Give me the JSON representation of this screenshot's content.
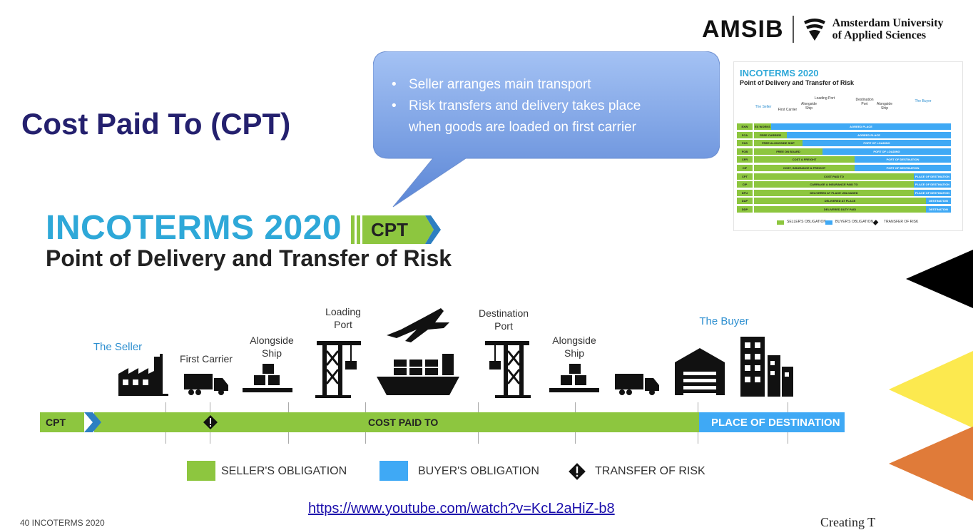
{
  "slide": {
    "title": "Cost Paid To (CPT)",
    "logo": {
      "amsib": "AMSIB",
      "university_line1": "Amsterdam University",
      "university_line2": "of Applied Sciences"
    },
    "callout": {
      "bullets": [
        "Seller arranges main transport",
        "Risk transfers and delivery takes place",
        "when goods are loaded on first carrier"
      ]
    },
    "link": "https://www.youtube.com/watch?v=KcL2aHiZ-b8",
    "footer_left": "40     INCOTERMS 2020",
    "footer_right": "Creating T"
  },
  "diagram": {
    "title": "INCOTERMS 2020",
    "tag": "CPT",
    "subtitle": "Point of Delivery and Transfer of Risk",
    "labels": {
      "seller": "The Seller",
      "first_carrier": "First Carrier",
      "alongside_ship_1": "Alongside Ship",
      "loading_port": "Loading Port",
      "destination_port": "Destination Port",
      "alongside_ship_2": "Alongside Ship",
      "buyer": "The Buyer"
    },
    "bar": {
      "tag": "CPT",
      "seller_text": "COST PAID TO",
      "buyer_text": "PLACE OF DESTINATION"
    },
    "legend": {
      "seller": "SELLER'S OBLIGATION",
      "buyer": "BUYER'S OBLIGATION",
      "risk": "TRANSFER OF RISK"
    },
    "colors": {
      "seller": "#8dc63f",
      "buyer": "#3fa9f5",
      "title": "#2ea8d8"
    }
  },
  "thumbnail": {
    "title": "INCOTERMS 2020",
    "subtitle": "Point of Delivery and Transfer of Risk",
    "header_labels": [
      "The Seller",
      "First Carrier",
      "Alongside Ship",
      "Loading Port",
      "Destination Port",
      "Alongside Ship",
      "The Buyer"
    ],
    "rows": [
      {
        "code": "EXW",
        "seller": "EX WORKS",
        "buyer": "AGREED PLACE"
      },
      {
        "code": "FCA",
        "seller": "FREE CARRIER",
        "buyer": "AGREED PLACE"
      },
      {
        "code": "FAS",
        "seller": "FREE ALONGSIDE SHIP",
        "buyer": "PORT OF LOADING"
      },
      {
        "code": "FOB",
        "seller": "FREE ON BOARD",
        "buyer": "PORT OF LOADING"
      },
      {
        "code": "CFR",
        "seller": "COST & FREIGHT",
        "buyer": "PORT OF DESTINATION"
      },
      {
        "code": "CIF",
        "seller": "COST, INSURANCE & FREIGHT",
        "buyer": "PORT OF DESTINATION"
      },
      {
        "code": "CPT",
        "seller": "COST PAID TO",
        "buyer": "PLACE OF DESTINATION"
      },
      {
        "code": "CIP",
        "seller": "CARRIAGE & INSURANCE PAID TO",
        "buyer": "PLACE OF DESTINATION"
      },
      {
        "code": "DPU",
        "seller": "DELIVERED AT PLACE UNLOADED",
        "buyer": "PLACE OF DESTINATION"
      },
      {
        "code": "DAP",
        "seller": "DELIVERED AT PLACE",
        "buyer": "DESTINATION"
      },
      {
        "code": "DDP",
        "seller": "DELIVERED DUTY PAID",
        "buyer": "DESTINATION"
      }
    ],
    "legend": [
      "SELLER'S OBLIGATION",
      "BUYER'S OBLIGATION",
      "TRANSFER OF RISK"
    ]
  },
  "decor": {
    "triangle_colors": [
      "#000000",
      "#fce94f",
      "#e07b39"
    ]
  }
}
